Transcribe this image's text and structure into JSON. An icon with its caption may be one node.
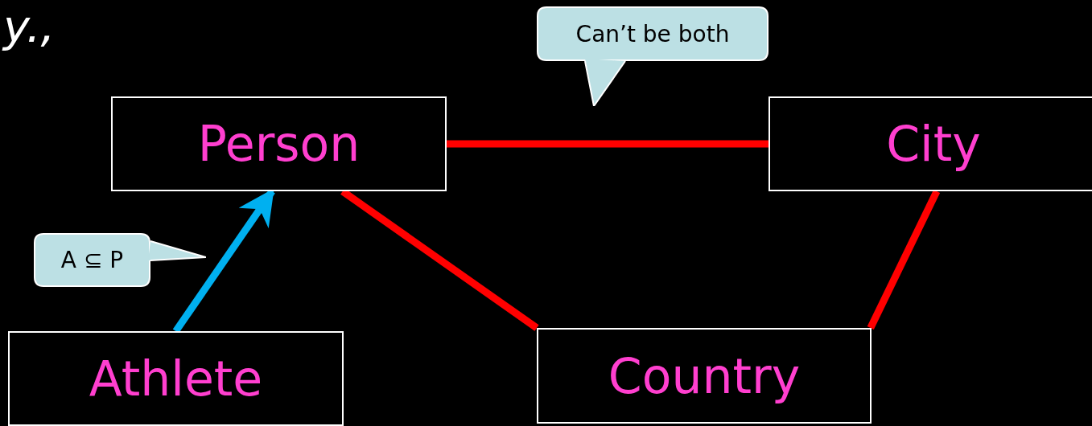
{
  "diagram": {
    "nodes": [
      {
        "text": [
          "Can’t be both"
        ]
      },
      {
        "text": [
          "Person"
        ]
      },
      {
        "text": [
          "City"
        ]
      },
      {
        "text": [
          "A ⊆ P"
        ]
      },
      {
        "text": [
          "Athlete"
        ]
      },
      {
        "text": [
          "Country"
        ]
      }
    ],
    "edges": [
      {
        "from": 4,
        "to": 1,
        "arrow": "to",
        "color": "#00b0f0"
      },
      {
        "from": 1,
        "to": 2,
        "arrow": "none"
      },
      {
        "from": 1,
        "to": 5,
        "arrow": "none"
      },
      {
        "from": 2,
        "to": 5,
        "arrow": "none"
      }
    ],
    "labels": [
      "y.,"
    ]
  }
}
